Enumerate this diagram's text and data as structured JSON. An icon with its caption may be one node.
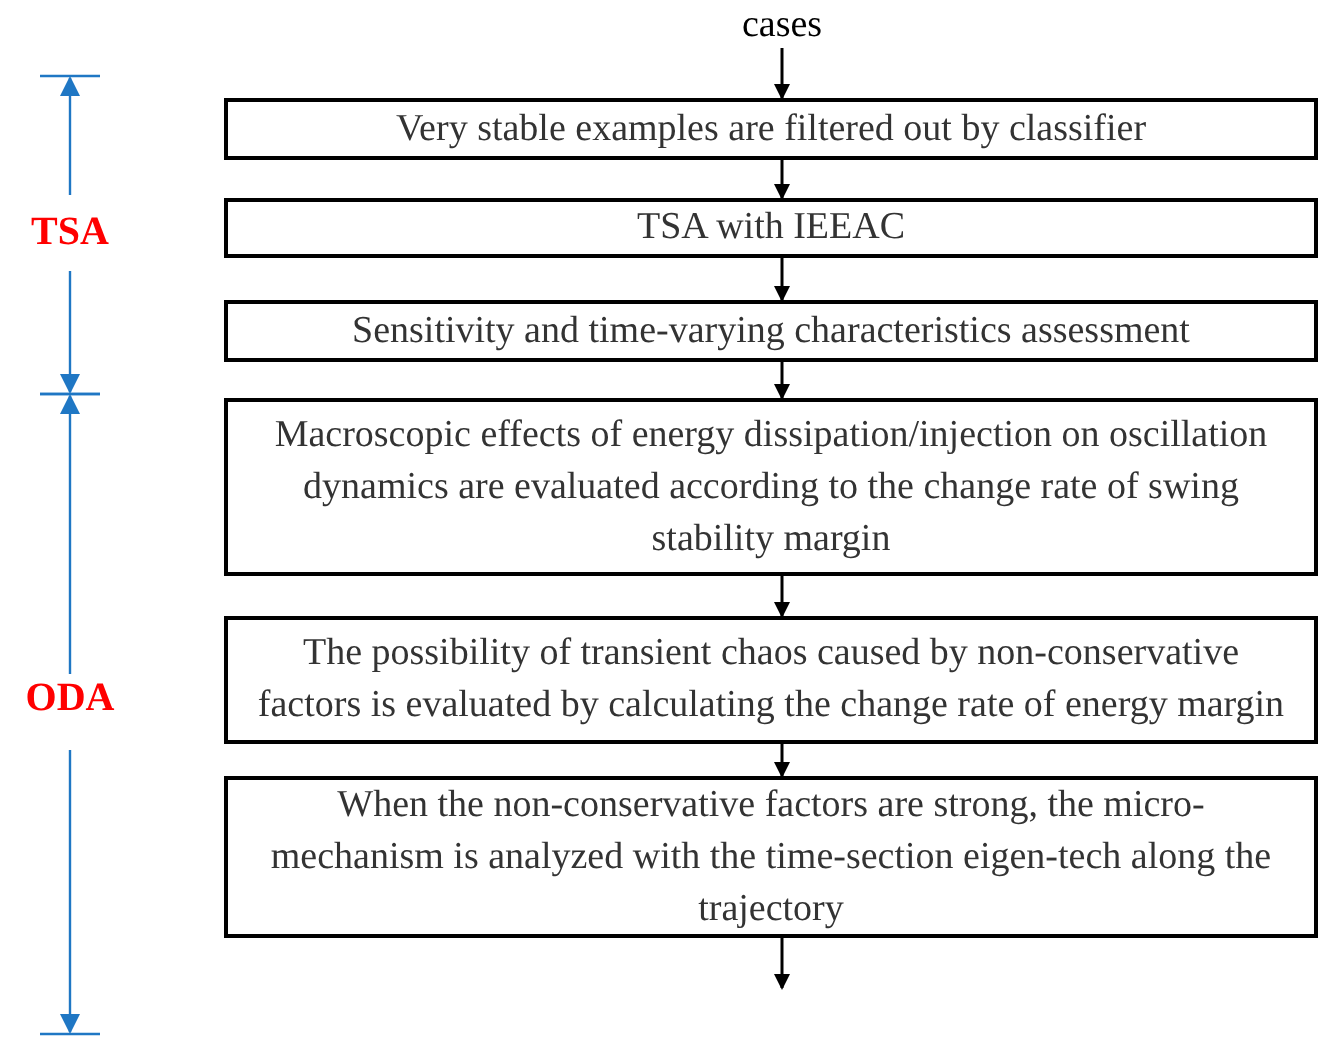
{
  "diagram": {
    "nodes": [
      {
        "text": [
          "cases"
        ]
      },
      {
        "text": [
          "Very stable examples are filtered out by classifier"
        ]
      },
      {
        "text": [
          "TSA with IEEAC"
        ]
      },
      {
        "text": [
          "Sensitivity and time-varying characteristics assessment"
        ]
      },
      {
        "text": [
          "Macroscopic effects of energy dissipation/injection on oscillation dynamics are evaluated according to the change rate of swing stability margin"
        ]
      },
      {
        "text": [
          "The possibility of transient chaos caused by non-conservative factors is evaluated by calculating the change rate of energy margin"
        ]
      },
      {
        "text": [
          "When the non-conservative factors are strong, the micro-mechanism is analyzed with the time-section eigen-tech along the trajectory"
        ]
      }
    ],
    "edges": [
      {
        "from": 0,
        "to": 1,
        "arrow": "to"
      },
      {
        "from": 1,
        "to": 2,
        "arrow": "to"
      },
      {
        "from": 2,
        "to": 3,
        "arrow": "to"
      },
      {
        "from": 3,
        "to": 4,
        "arrow": "to"
      },
      {
        "from": 4,
        "to": 5,
        "arrow": "to"
      },
      {
        "from": 5,
        "to": 6,
        "arrow": "to"
      },
      {
        "from": 6,
        "to": null,
        "arrow": "to"
      }
    ],
    "labels": [
      "TSA",
      "ODA"
    ]
  }
}
